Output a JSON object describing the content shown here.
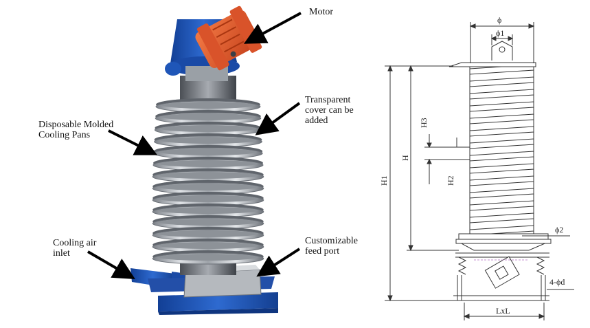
{
  "photo_labels": {
    "motor": "Motor",
    "transparent_cover": [
      "Transparent",
      "cover can be",
      "added"
    ],
    "cooling_pans": [
      "Disposable Molded",
      "Cooling Pans"
    ],
    "cooling_air": [
      "Cooling air",
      "inlet"
    ],
    "feed_port": [
      "Customizable",
      "feed port"
    ]
  },
  "drawing_labels": {
    "phi": "ϕ",
    "phi1": "ϕ1",
    "phi2": "ϕ2",
    "h1": "H1",
    "h": "H",
    "h2": "H2",
    "h3": "H3",
    "holes": "4-ϕd",
    "base": "LxL"
  },
  "colors": {
    "motor": "#e0562a",
    "motor_base": "#1f56b8",
    "steel": "#b8bcc2",
    "steel_dark": "#6c7178",
    "frame": "#1f4fb0",
    "arrow": "#000000",
    "drawing_line": "#333333"
  }
}
